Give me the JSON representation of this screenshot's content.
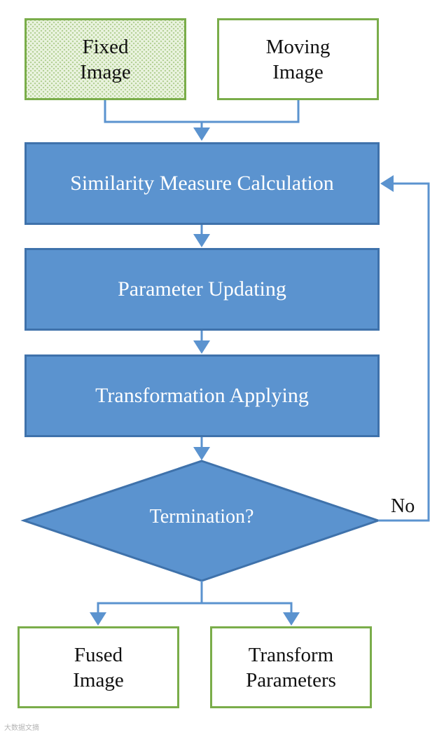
{
  "nodes": {
    "fixed_image": {
      "line1": "Fixed",
      "line2": "Image"
    },
    "moving_image": {
      "line1": "Moving",
      "line2": "Image"
    },
    "similarity": "Similarity Measure Calculation",
    "parameter": "Parameter Updating",
    "transformation": "Transformation Applying",
    "termination": "Termination?",
    "fused_image": {
      "line1": "Fused",
      "line2": "Image"
    },
    "transform_parameters": {
      "line1": "Transform",
      "line2": "Parameters"
    }
  },
  "edges": {
    "no_label": "No"
  },
  "watermark": "大数据文摘",
  "colors": {
    "process_fill": "#5b93cf",
    "process_border": "#3f72ab",
    "io_border": "#7aad4a",
    "connector": "#5b93cf"
  }
}
